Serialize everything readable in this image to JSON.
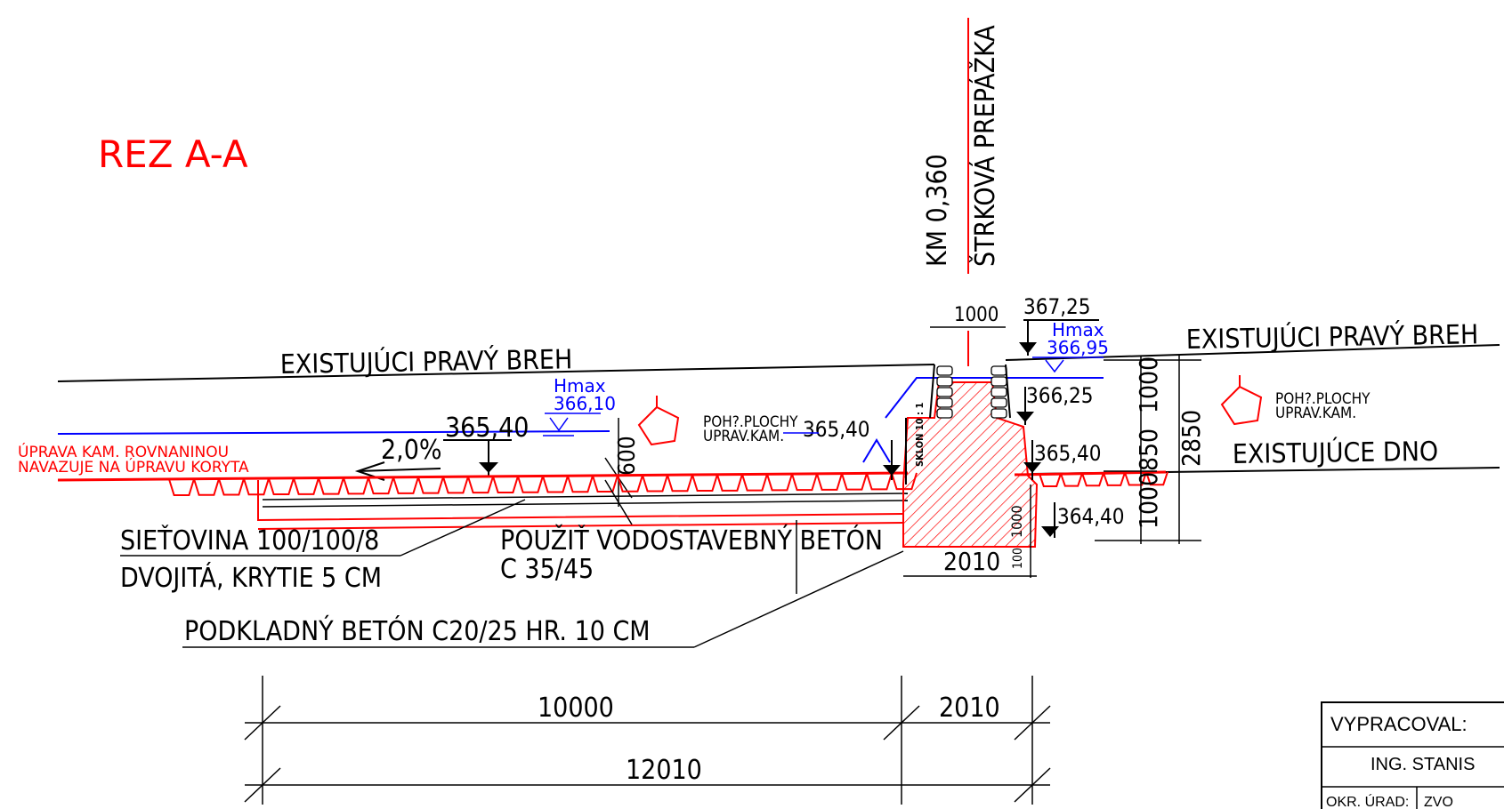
{
  "title": "REZ A-A",
  "station": "KM 0,360",
  "structure": "ŠTRKOVÁ PREPÁŽKA",
  "labels": {
    "bank_left": "EXISTUJÚCI PRAVÝ BREH",
    "bank_right": "EXISTUJÚCI PRAVÝ BREH",
    "existing_bottom": "EXISTUJÚCE DNO",
    "repair_note_1": "ÚPRAVA KAM. ROVNANINOU",
    "repair_note_2": "NAVAZUJE NA ÚPRAVU KORYTA",
    "slope": "2,0%",
    "hmax_label_left": "Hmax",
    "hmax_value_left": "366,10",
    "hmax_label_right": "Hmax",
    "hmax_value_right": "366,95",
    "paving_left_1": "POH?.PLOCHY",
    "paving_left_2": "UPRAV.KAM.",
    "paving_right_1": "POH?.PLOCHY",
    "paving_right_2": "UPRAV.KAM.",
    "mesh_1": "SIEŤOVINA 100/100/8",
    "mesh_2": "DVOJITÁ, KRYTIE 5 CM",
    "concrete_1": "POUŽIŤ VODOSTAVEBNÝ BETÓN",
    "concrete_2": "C 35/45",
    "base_concrete": "PODKLADNÝ BETÓN C20/25 HR. 10 CM",
    "batter": "SKLON 10 : 1"
  },
  "levels": {
    "top": "367,25",
    "left_bed": "365,40",
    "weir_bed": "365,40",
    "step": "366,25",
    "right_bed": "365,40",
    "foundation": "364,40"
  },
  "dimensions": {
    "crest_width": "1000",
    "apron_thickness": "600",
    "foundation_width": "2010",
    "foundation_depth": "1000",
    "foundation_step": "100",
    "dim_1000_top": "1000",
    "dim_850": "850",
    "dim_1000_bottom": "1000",
    "dim_2850": "2850",
    "length_apron": "10000",
    "length_weir": "2010",
    "length_total": "12010"
  },
  "title_block": {
    "prepared_by_label": "VYPRACOVAL:",
    "prepared_by_name": "ING. STANIS",
    "office_label": "OKR. ÚRAD:",
    "office_value": "ZVO"
  },
  "colors": {
    "line": "#000000",
    "stone": "#ff0000",
    "water": "#0000ff"
  }
}
